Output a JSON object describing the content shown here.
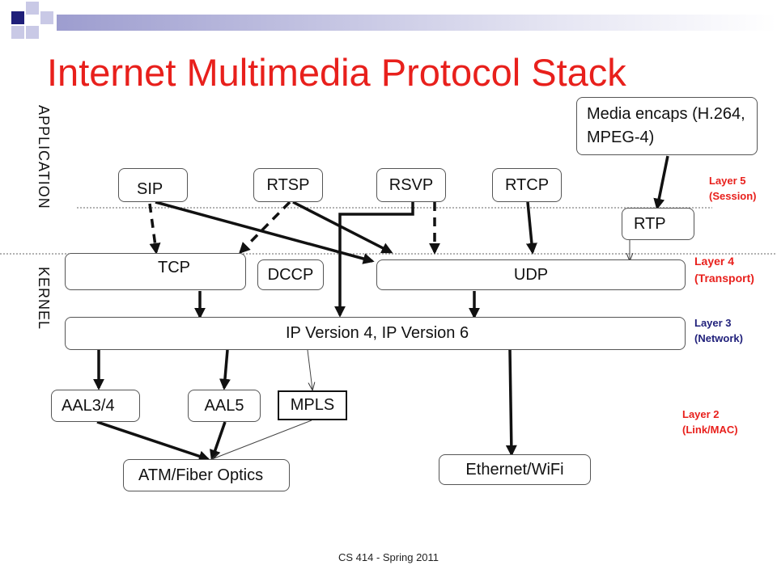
{
  "title": "Internet Multimedia Protocol Stack",
  "sidebar_labels": {
    "application": "APPLICATION",
    "kernel": "KERNEL"
  },
  "boxes": {
    "media": "Media encaps (H.264, MPEG-4)",
    "sip": "SIP",
    "rtsp": "RTSP",
    "rsvp": "RSVP",
    "rtcp": "RTCP",
    "rtp": "RTP",
    "tcp": "TCP",
    "dccp": "DCCP",
    "udp": "UDP",
    "ip": "IP Version 4, IP Version 6",
    "aal34": "AAL3/4",
    "aal5": "AAL5",
    "mpls": "MPLS",
    "atm": "ATM/Fiber Optics",
    "ethernet": "Ethernet/WiFi"
  },
  "layers": {
    "l5_name": "Layer 5",
    "l5_desc": "(Session)",
    "l4_name": "Layer 4",
    "l4_desc": "(Transport)",
    "l3_name": "Layer 3",
    "l3_desc": "(Network)",
    "l2_name": "Layer 2",
    "l2_desc": "(Link/MAC)"
  },
  "footer": "CS 414 - Spring 2011",
  "colors": {
    "title": "#e8201c",
    "accent_dark": "#1f1f7a",
    "accent_light": "#b7b7dd"
  }
}
